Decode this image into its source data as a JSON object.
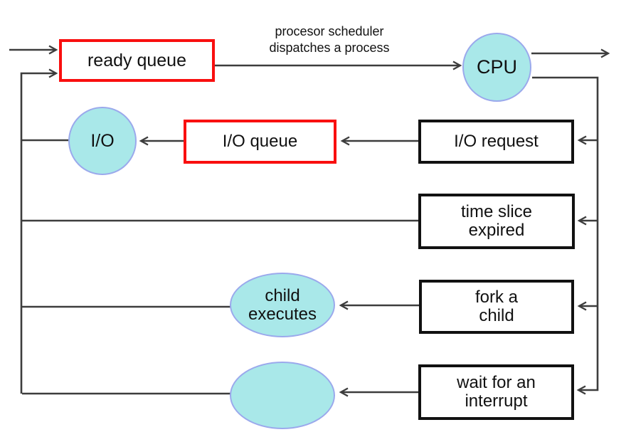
{
  "nodes": {
    "ready_queue": "ready queue",
    "cpu": "CPU",
    "io": "I/O",
    "io_queue": "I/O queue",
    "io_request": "I/O request",
    "time_slice_expired": "time slice\nexpired",
    "child_executes": "child\nexecutes",
    "fork_a_child": "fork a\nchild",
    "wait_for_interrupt": "wait for an\ninterrupt"
  },
  "labels": {
    "dispatch": "procesor scheduler\ndispatches a process"
  },
  "edges": [
    {
      "from": "entry",
      "to": "ready_queue"
    },
    {
      "from": "ready_queue",
      "to": "cpu"
    },
    {
      "from": "cpu",
      "to": "exit"
    },
    {
      "from": "cpu",
      "to": "io_request"
    },
    {
      "from": "cpu",
      "to": "time_slice_expired"
    },
    {
      "from": "cpu",
      "to": "fork_a_child"
    },
    {
      "from": "cpu",
      "to": "wait_for_interrupt"
    },
    {
      "from": "io_request",
      "to": "io_queue"
    },
    {
      "from": "io_queue",
      "to": "io"
    },
    {
      "from": "io",
      "to": "ready_queue"
    },
    {
      "from": "time_slice_expired",
      "to": "ready_queue"
    },
    {
      "from": "fork_a_child",
      "to": "child_executes"
    },
    {
      "from": "child_executes",
      "to": "ready_queue"
    },
    {
      "from": "wait_for_interrupt",
      "to": "interrupt_occurs"
    },
    {
      "from": "interrupt_occurs",
      "to": "ready_queue"
    }
  ],
  "colors": {
    "highlight_border": "#f90f0f",
    "box_border": "#111111",
    "bubble_fill": "#a9e8e9",
    "bubble_stroke": "#9ba9ec",
    "line": "#3d3d3d",
    "text": "#111111",
    "background": "#ffffff"
  }
}
